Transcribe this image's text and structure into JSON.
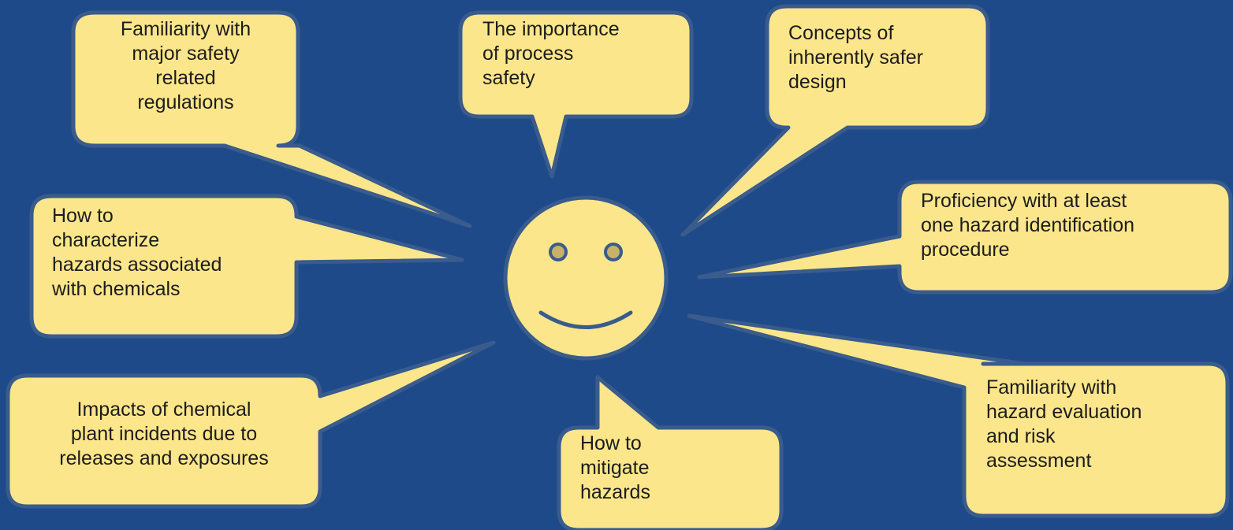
{
  "colors": {
    "background": "#1f4a8a",
    "bubble_fill": "#fce68b",
    "bubble_stroke": "#3a5c8c",
    "face_fill": "#fce68b",
    "face_feature": "#3a5c8c",
    "eye_fill": "#c7b268"
  },
  "center_icon": "smiley-face-icon",
  "bubbles": [
    {
      "id": "regulations",
      "text": "Familiarity with\nmajor safety\nrelated\nregulations"
    },
    {
      "id": "importance",
      "text": "The importance\nof process\nsafety"
    },
    {
      "id": "inherent",
      "text": "Concepts of\ninherently safer\ndesign"
    },
    {
      "id": "characterize",
      "text": "How to\ncharacterize\nhazards associated\nwith chemicals"
    },
    {
      "id": "proficiency",
      "text": "Proficiency with at least\none hazard identification\nprocedure"
    },
    {
      "id": "impacts",
      "text": "Impacts of chemical\nplant incidents due to\nreleases and exposures"
    },
    {
      "id": "mitigate",
      "text": "How to\nmitigate\nhazards"
    },
    {
      "id": "evaluation",
      "text": "Familiarity with\nhazard evaluation\nand risk\nassessment"
    }
  ]
}
